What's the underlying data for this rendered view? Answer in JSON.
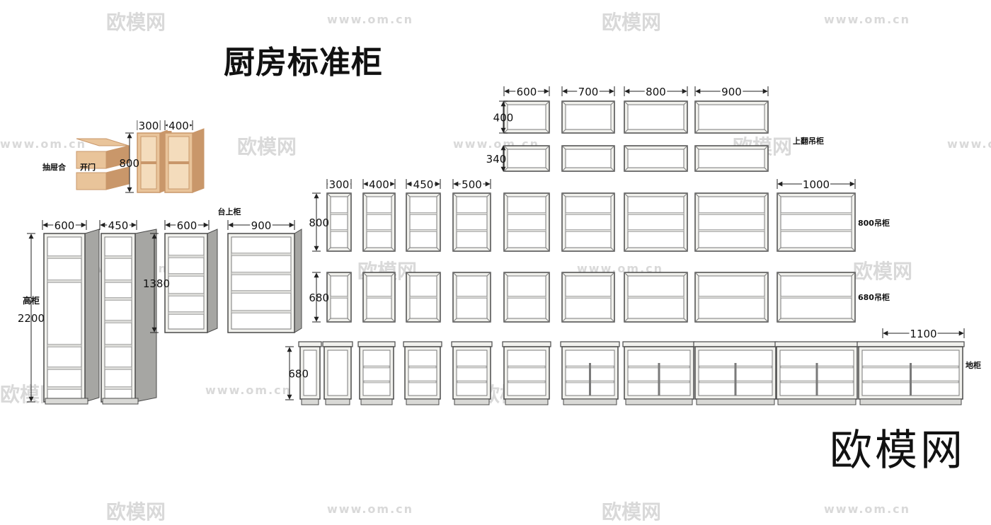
{
  "title": "厨房标准柜",
  "brand": "欧模网",
  "watermark": {
    "logo": "欧模网",
    "url": "www.om.cn"
  },
  "labels": {
    "drawer": "抽屉合",
    "open": "开门",
    "counter_top": "台上柜",
    "flip_wall": "上翻吊柜",
    "wall_800": "800吊柜",
    "wall_680": "680吊柜",
    "floor": "地柜",
    "tall_cabinet": "高柜"
  },
  "dims": {
    "flip_widths": [
      "600",
      "700",
      "800",
      "900"
    ],
    "flip_h1": "400",
    "flip_h2": "340",
    "small_widths": [
      "300",
      "400"
    ],
    "small_h": "800",
    "wall_widths": [
      "300",
      "400",
      "450",
      "500"
    ],
    "wall_wide": "1000",
    "wall_h1": "800",
    "wall_h2": "680",
    "floor_h": "680",
    "floor_wide": "1100",
    "tall_widths": [
      "600",
      "450"
    ],
    "tall_h": "2200",
    "counter_widths": [
      "600",
      "900"
    ],
    "counter_h": "1380"
  },
  "colors": {
    "frame": "#4a4a4a",
    "face": "#f1f1ed",
    "inner": "#d9d9d6",
    "side": "#a6a6a3",
    "wood": "#e9c49a",
    "wood_dark": "#c9976a",
    "dim": "#222222",
    "wm": "#d9d9d9"
  }
}
